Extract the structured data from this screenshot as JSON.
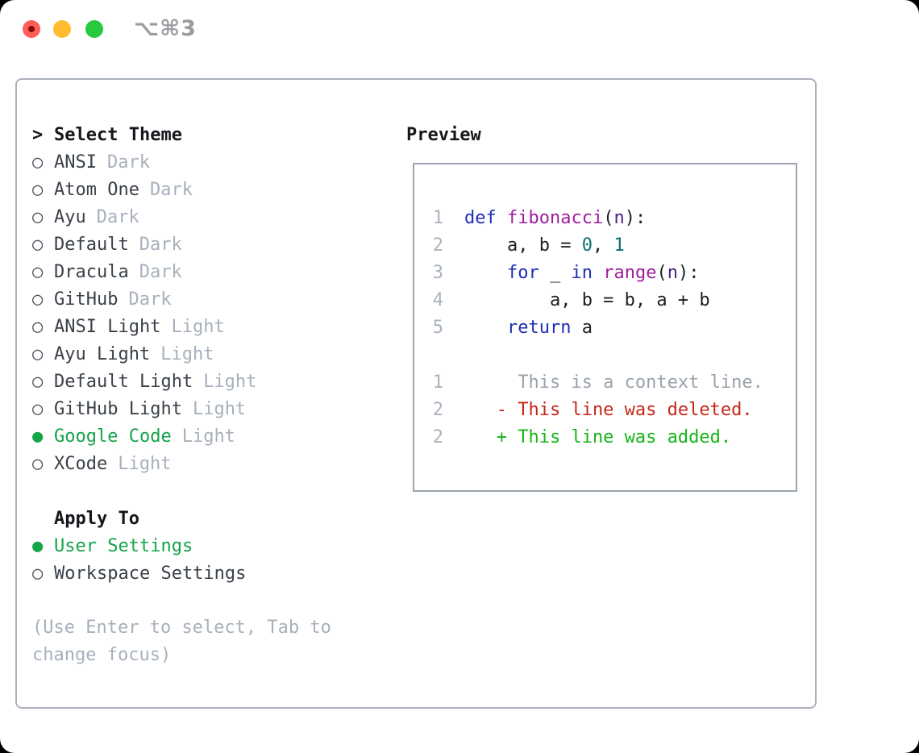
{
  "window": {
    "title": "⌥⌘3",
    "traffic_lights": [
      "close",
      "minimize",
      "zoom"
    ]
  },
  "colors": {
    "selection_green": "#16a34a",
    "diff_added_green": "#17b418",
    "diff_deleted_red": "#c5271a",
    "diff_context_gray": "#9aa2ac",
    "keyword_blue": "#1f2fb5",
    "function_purple": "#9c1f9c",
    "number_teal": "#0a6e6e",
    "muted_gray": "#a7b0bc",
    "item_text": "#3b4149",
    "traffic_red": "#ff5f57",
    "traffic_yellow": "#febc2e",
    "traffic_green": "#27c93f"
  },
  "theme_selector": {
    "cursor": ">",
    "title": "Select Theme",
    "items": [
      {
        "name": "ANSI",
        "variant": "Dark",
        "selected": false
      },
      {
        "name": "Atom One",
        "variant": "Dark",
        "selected": false
      },
      {
        "name": "Ayu",
        "variant": "Dark",
        "selected": false
      },
      {
        "name": "Default",
        "variant": "Dark",
        "selected": false
      },
      {
        "name": "Dracula",
        "variant": "Dark",
        "selected": false
      },
      {
        "name": "GitHub",
        "variant": "Dark",
        "selected": false
      },
      {
        "name": "ANSI Light",
        "variant": "Light",
        "selected": false
      },
      {
        "name": "Ayu Light",
        "variant": "Light",
        "selected": false
      },
      {
        "name": "Default Light",
        "variant": "Light",
        "selected": false
      },
      {
        "name": "GitHub Light",
        "variant": "Light",
        "selected": false
      },
      {
        "name": "Google Code",
        "variant": "Light",
        "selected": true
      },
      {
        "name": "XCode",
        "variant": "Light",
        "selected": false
      }
    ],
    "apply_to": {
      "title": "Apply To",
      "options": [
        {
          "label": "User Settings",
          "selected": true
        },
        {
          "label": "Workspace Settings",
          "selected": false
        }
      ]
    },
    "hint": "(Use Enter to select, Tab to change focus)"
  },
  "preview": {
    "title": "Preview",
    "lines": [
      {
        "num": "1",
        "tokens": [
          [
            "def",
            "kw"
          ],
          [
            " ",
            "pln"
          ],
          [
            "fibonacci",
            "fn"
          ],
          [
            "(",
            "pln"
          ],
          [
            "n",
            "prm"
          ],
          [
            "):",
            "pln"
          ]
        ]
      },
      {
        "num": "2",
        "tokens": [
          [
            "    a, b = ",
            "pln"
          ],
          [
            "0",
            "num"
          ],
          [
            ", ",
            "pln"
          ],
          [
            "1",
            "num"
          ]
        ]
      },
      {
        "num": "3",
        "tokens": [
          [
            "    ",
            "pln"
          ],
          [
            "for",
            "kw"
          ],
          [
            " _ ",
            "pln"
          ],
          [
            "in",
            "kw"
          ],
          [
            " ",
            "pln"
          ],
          [
            "range",
            "fn"
          ],
          [
            "(",
            "pln"
          ],
          [
            "n",
            "prm"
          ],
          [
            "):",
            "pln"
          ]
        ]
      },
      {
        "num": "4",
        "tokens": [
          [
            "        a, b = b, a + b",
            "pln"
          ]
        ]
      },
      {
        "num": "5",
        "tokens": [
          [
            "    ",
            "pln"
          ],
          [
            "return",
            "kw"
          ],
          [
            " a",
            "pln"
          ]
        ]
      },
      {
        "num": "",
        "tokens": []
      },
      {
        "num": "1",
        "tokens": [
          [
            "     This is a context line.",
            "ctx"
          ]
        ]
      },
      {
        "num": "2",
        "tokens": [
          [
            "   - This line was deleted.",
            "del"
          ]
        ]
      },
      {
        "num": "2",
        "tokens": [
          [
            "   + This line was added.",
            "add"
          ]
        ]
      }
    ]
  }
}
